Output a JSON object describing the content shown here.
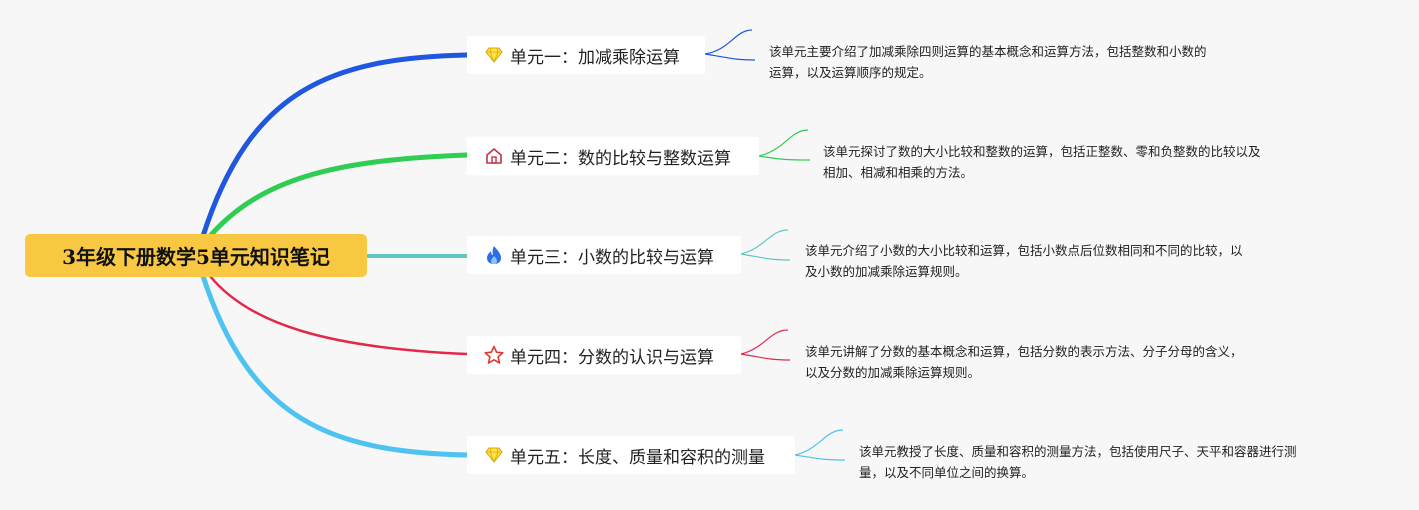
{
  "root": {
    "title": "3年级下册数学5单元知识笔记",
    "color": "#f9c843"
  },
  "branches": [
    {
      "icon": "diamond-icon",
      "label": "单元一：加减乘除运算",
      "color": "#1f57e0",
      "desc": [
        "该单元主要介绍了加减乘除四则运算的基本概念和运算方法，包括整数和小数的",
        "运算，以及运算顺序的规定。"
      ]
    },
    {
      "icon": "house-icon",
      "label": "单元二：数的比较与整数运算",
      "color": "#2fcd51",
      "desc": [
        "该单元探讨了数的大小比较和整数的运算，包括正整数、零和负整数的比较以及",
        "相加、相减和相乘的方法。"
      ]
    },
    {
      "icon": "flame-icon",
      "label": "单元三：小数的比较与运算",
      "color": "#5fc6c0",
      "desc": [
        "该单元介绍了小数的大小比较和运算，包括小数点后位数相同和不同的比较，以",
        "及小数的加减乘除运算规则。"
      ]
    },
    {
      "icon": "star-icon",
      "label": "单元四：分数的认识与运算",
      "color": "#e3294a",
      "desc": [
        "该单元讲解了分数的基本概念和运算，包括分数的表示方法、分子分母的含义，",
        "以及分数的加减乘除运算规则。"
      ]
    },
    {
      "icon": "diamond-icon",
      "label": "单元五：长度、质量和容积的测量",
      "color": "#4ec3f2",
      "desc": [
        "该单元教授了长度、质量和容积的测量方法，包括使用尺子、天平和容器进行测",
        "量，以及不同单位之间的换算。"
      ]
    }
  ]
}
